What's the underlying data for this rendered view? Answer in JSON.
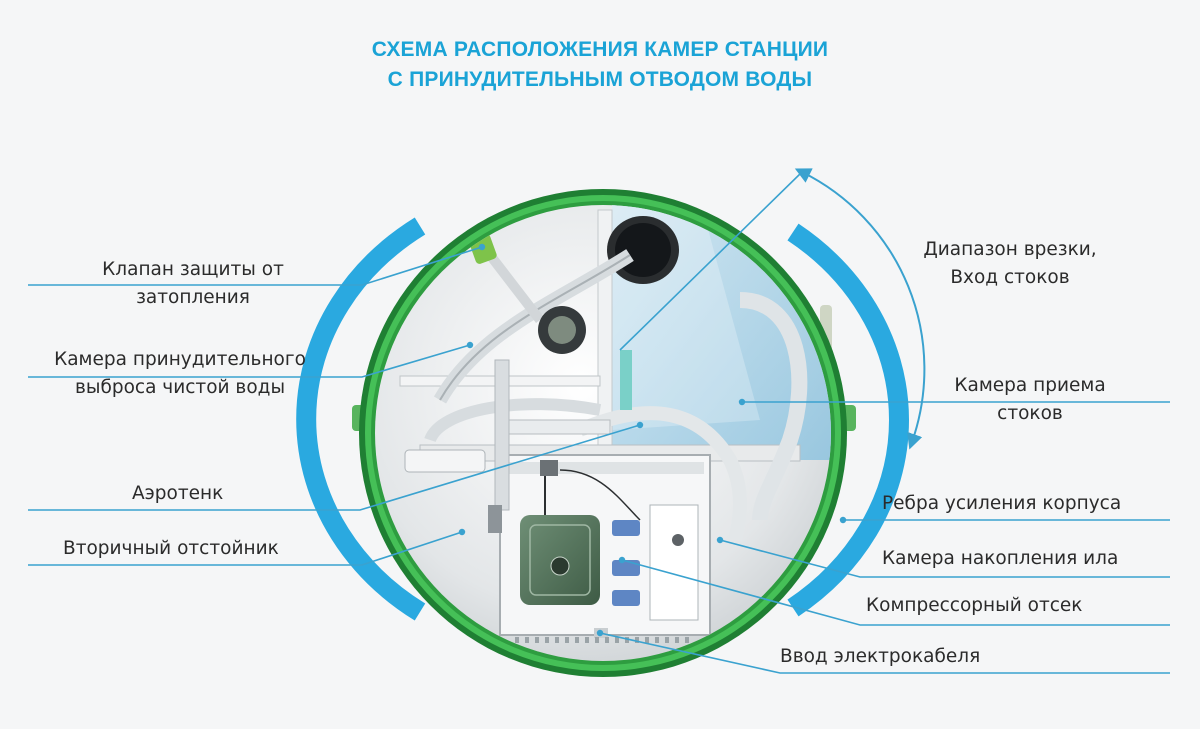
{
  "title": {
    "line1": "СХЕМА РАСПОЛОЖЕНИЯ КАМЕР СТАНЦИИ",
    "line2": "С ПРИНУДИТЕЛЬНЫМ ОТВОДОМ ВОДЫ"
  },
  "labels": {
    "flood_valve_1": "Клапан защиты от",
    "flood_valve_2": "затопления",
    "forced_discharge_1": "Камера принудительного",
    "forced_discharge_2": "выброса чистой воды",
    "aerotank": "Аэротенк",
    "secondary_settler": "Вторичный отстойник",
    "inlet_range_1": "Диапазон врезки,",
    "inlet_range_2": "Вход стоков",
    "receiving_chamber_1": "Камера приема",
    "receiving_chamber_2": "стоков",
    "ribs": "Ребра усиления корпуса",
    "sludge_chamber": "Камера накопления ила",
    "compressor": "Компрессорный отсек",
    "cable_inlet": "Ввод электрокабеля"
  },
  "colors": {
    "title": "#1aa3d6",
    "accent_blue": "#2aa9e0",
    "shell_green": "#38b449",
    "leader_line": "#3aa2cf",
    "text": "#2b2b2b"
  }
}
